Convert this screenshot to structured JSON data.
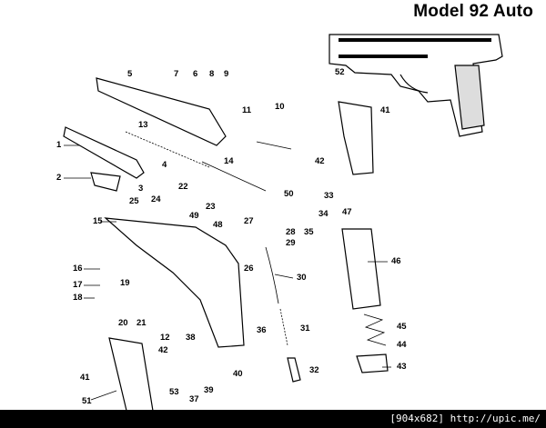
{
  "title": "Model 92 Auto",
  "footer": "[904x682] http://upic.me/",
  "parts": [
    {
      "id": "1"
    },
    {
      "id": "2"
    },
    {
      "id": "3"
    },
    {
      "id": "4"
    },
    {
      "id": "5"
    },
    {
      "id": "6"
    },
    {
      "id": "7"
    },
    {
      "id": "8"
    },
    {
      "id": "9"
    },
    {
      "id": "10"
    },
    {
      "id": "11"
    },
    {
      "id": "12"
    },
    {
      "id": "13"
    },
    {
      "id": "14"
    },
    {
      "id": "15"
    },
    {
      "id": "16"
    },
    {
      "id": "17"
    },
    {
      "id": "18"
    },
    {
      "id": "19"
    },
    {
      "id": "20"
    },
    {
      "id": "21"
    },
    {
      "id": "22"
    },
    {
      "id": "23"
    },
    {
      "id": "24"
    },
    {
      "id": "25"
    },
    {
      "id": "26"
    },
    {
      "id": "27"
    },
    {
      "id": "28"
    },
    {
      "id": "29"
    },
    {
      "id": "30"
    },
    {
      "id": "31"
    },
    {
      "id": "32"
    },
    {
      "id": "33"
    },
    {
      "id": "34"
    },
    {
      "id": "35"
    },
    {
      "id": "36"
    },
    {
      "id": "37"
    },
    {
      "id": "38"
    },
    {
      "id": "39"
    },
    {
      "id": "40"
    },
    {
      "id": "41"
    },
    {
      "id": "41b",
      "label": "41"
    },
    {
      "id": "42"
    },
    {
      "id": "42b",
      "label": "42"
    },
    {
      "id": "43"
    },
    {
      "id": "44"
    },
    {
      "id": "45"
    },
    {
      "id": "46"
    },
    {
      "id": "47"
    },
    {
      "id": "48"
    },
    {
      "id": "49"
    },
    {
      "id": "50"
    },
    {
      "id": "51"
    },
    {
      "id": "52"
    },
    {
      "id": "53"
    }
  ]
}
